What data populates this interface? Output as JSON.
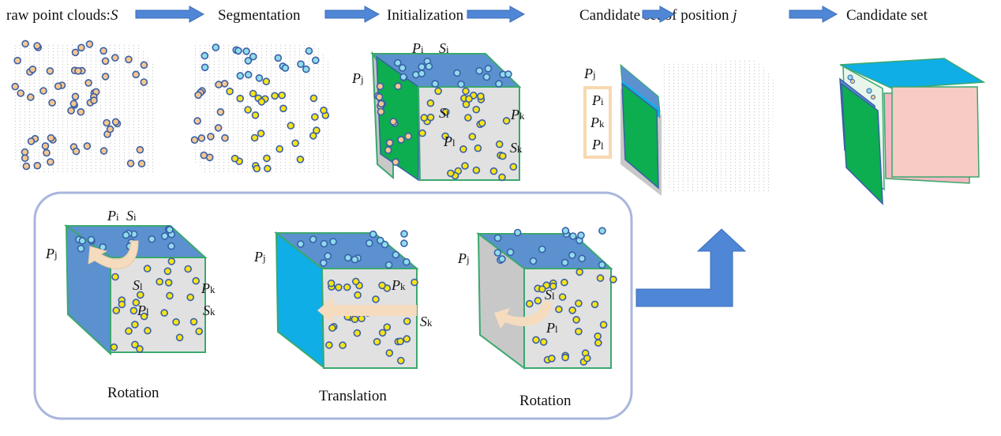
{
  "pipeline": {
    "steps": [
      {
        "label": "raw point clouds:",
        "symbol": "S"
      },
      {
        "label": "Segmentation"
      },
      {
        "label": "Initialization"
      },
      {
        "label": "Candidate set of position ",
        "symbol": "j"
      },
      {
        "label": "Candidate set"
      }
    ]
  },
  "math": {
    "Pi": {
      "base": "P",
      "sub": "i"
    },
    "Pj": {
      "base": "P",
      "sub": "j"
    },
    "Pk": {
      "base": "P",
      "sub": "k"
    },
    "Pl": {
      "base": "P",
      "sub": "l"
    },
    "Si": {
      "base": "S",
      "sub": "i"
    },
    "Sk": {
      "base": "S",
      "sub": "k"
    },
    "Sl": {
      "base": "S",
      "sub": "l"
    }
  },
  "candidate_box": {
    "items": [
      {
        "base": "P",
        "sub": "i"
      },
      {
        "base": "P",
        "sub": "k"
      },
      {
        "base": "P",
        "sub": "l"
      }
    ]
  },
  "transforms": [
    {
      "label": "Rotation"
    },
    {
      "label": "Translation"
    },
    {
      "label": "Rotation"
    }
  ],
  "colors": {
    "arrow_blue": "#4f86d6",
    "top_face_blue": "#5b91cf",
    "cyan_face": "#10aee6",
    "green_face": "#0cae4f",
    "edge_green": "#3aa86e",
    "grey_face": "#e1e1e1",
    "dark_grey_face": "#c8c8c8",
    "pink_face": "#f7ccc4",
    "motion_arrow": "#f6dcbf",
    "frame_border": "#a9b6dd",
    "point_orange": "#f5c78f",
    "point_cyan": "#8fdceb",
    "point_yellow": "#f7e416",
    "point_stroke": "#3a5fa8",
    "candidate_box_border": "#f7d9b0"
  }
}
